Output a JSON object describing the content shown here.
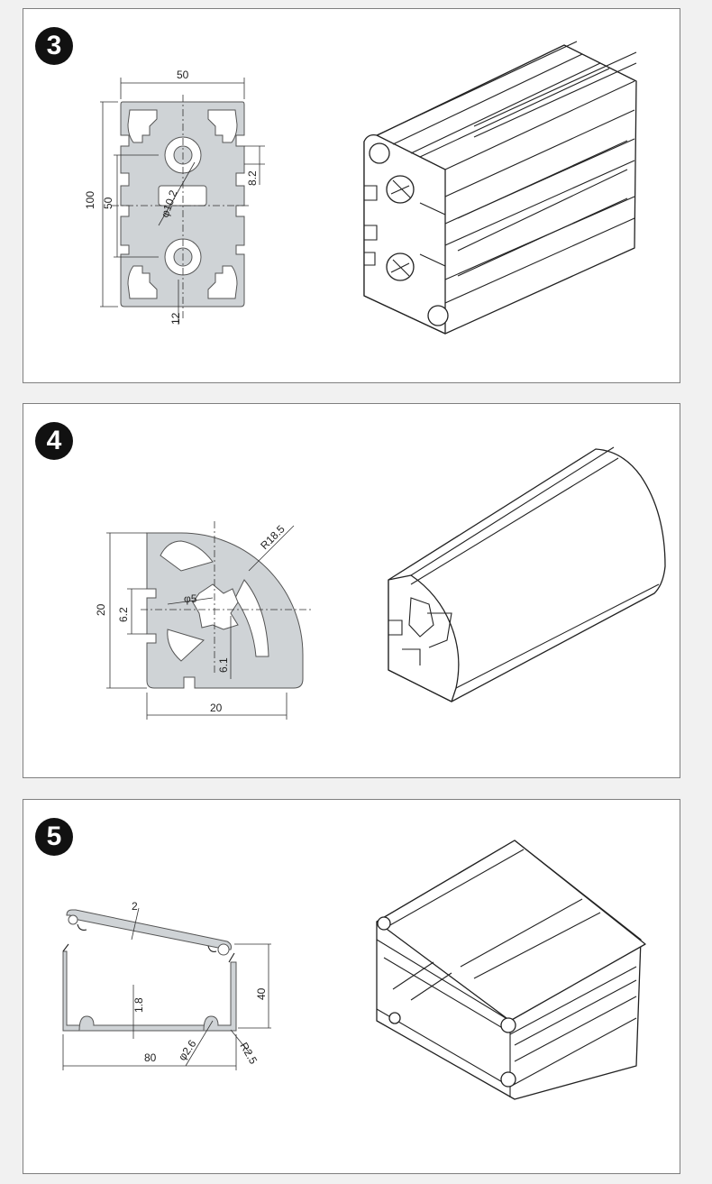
{
  "sections": [
    {
      "number": "3",
      "dimensions": {
        "width": "50",
        "height": "100",
        "inner": "50",
        "slot": "8.2",
        "bore": "φ10.2",
        "bottom": "12"
      }
    },
    {
      "number": "4",
      "dimensions": {
        "radius": "R18.5",
        "height": "20",
        "slot": "6.2",
        "bore": "φ5",
        "inner": "6.1",
        "width": "20"
      }
    },
    {
      "number": "5",
      "dimensions": {
        "wall": "2",
        "height": "40",
        "base": "1.8",
        "hole": "φ2.6",
        "radius": "R2.5",
        "width": "80"
      }
    }
  ],
  "colors": {
    "panel_border": "#7f7f7f",
    "profile_fill": "#cfd3d6",
    "badge": "#111111"
  }
}
